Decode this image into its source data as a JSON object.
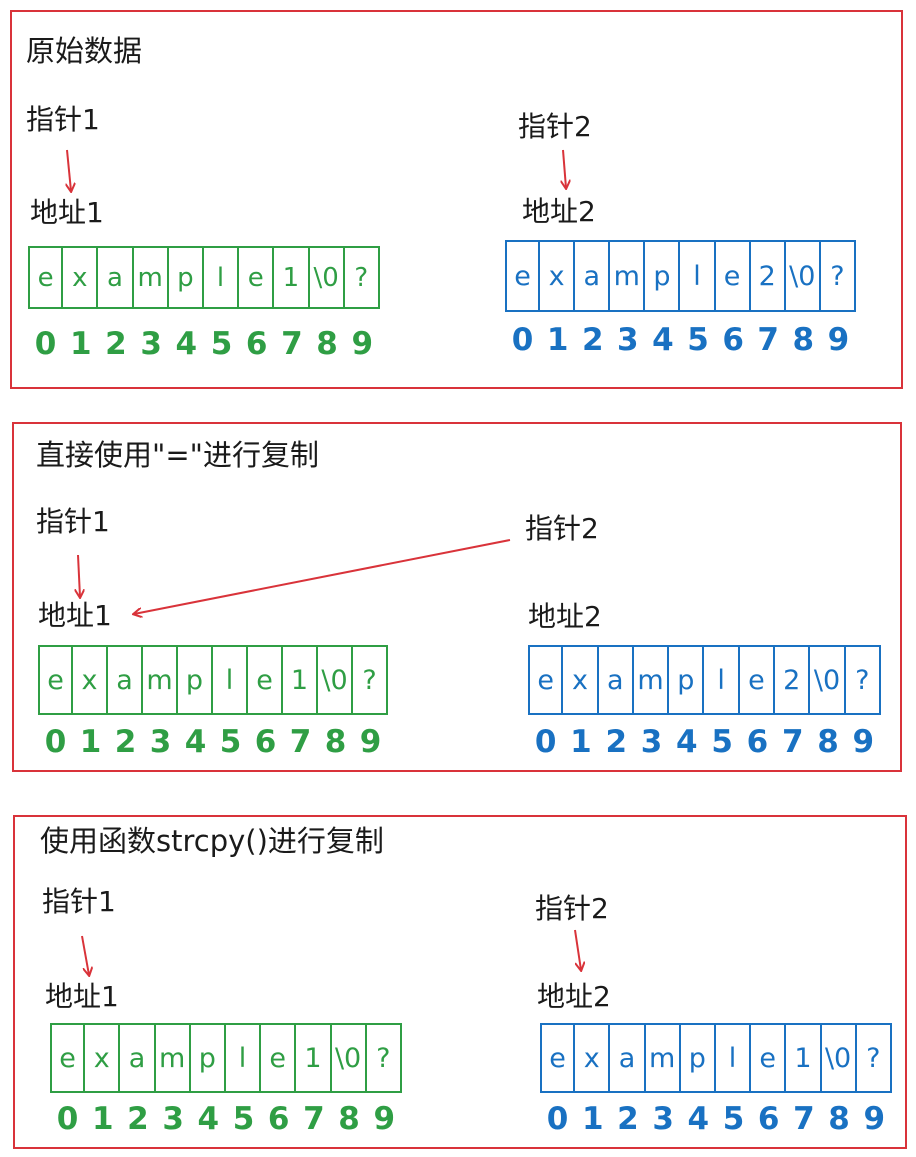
{
  "colors": {
    "border": "#d9333a",
    "arrow": "#d9333a",
    "array1": "#2f9e44",
    "array2": "#1971c2",
    "text": "#1a1a1a"
  },
  "panels": [
    {
      "title": "原始数据",
      "pointer1": "指针1",
      "address1": "地址1",
      "pointer2": "指针2",
      "address2": "地址2",
      "array1": [
        "e",
        "x",
        "a",
        "m",
        "p",
        "l",
        "e",
        "1",
        "\\0",
        "?"
      ],
      "array2": [
        "e",
        "x",
        "a",
        "m",
        "p",
        "l",
        "e",
        "2",
        "\\0",
        "?"
      ],
      "indices": [
        "0",
        "1",
        "2",
        "3",
        "4",
        "5",
        "6",
        "7",
        "8",
        "9"
      ]
    },
    {
      "title": "直接使用\"=\"进行复制",
      "pointer1": "指针1",
      "address1": "地址1",
      "pointer2": "指针2",
      "address2": "地址2",
      "array1": [
        "e",
        "x",
        "a",
        "m",
        "p",
        "l",
        "e",
        "1",
        "\\0",
        "?"
      ],
      "array2": [
        "e",
        "x",
        "a",
        "m",
        "p",
        "l",
        "e",
        "2",
        "\\0",
        "?"
      ],
      "indices": [
        "0",
        "1",
        "2",
        "3",
        "4",
        "5",
        "6",
        "7",
        "8",
        "9"
      ]
    },
    {
      "title": "使用函数strcpy()进行复制",
      "pointer1": "指针1",
      "address1": "地址1",
      "pointer2": "指针2",
      "address2": "地址2",
      "array1": [
        "e",
        "x",
        "a",
        "m",
        "p",
        "l",
        "e",
        "1",
        "\\0",
        "?"
      ],
      "array2": [
        "e",
        "x",
        "a",
        "m",
        "p",
        "l",
        "e",
        "1",
        "\\0",
        "?"
      ],
      "indices": [
        "0",
        "1",
        "2",
        "3",
        "4",
        "5",
        "6",
        "7",
        "8",
        "9"
      ]
    }
  ]
}
